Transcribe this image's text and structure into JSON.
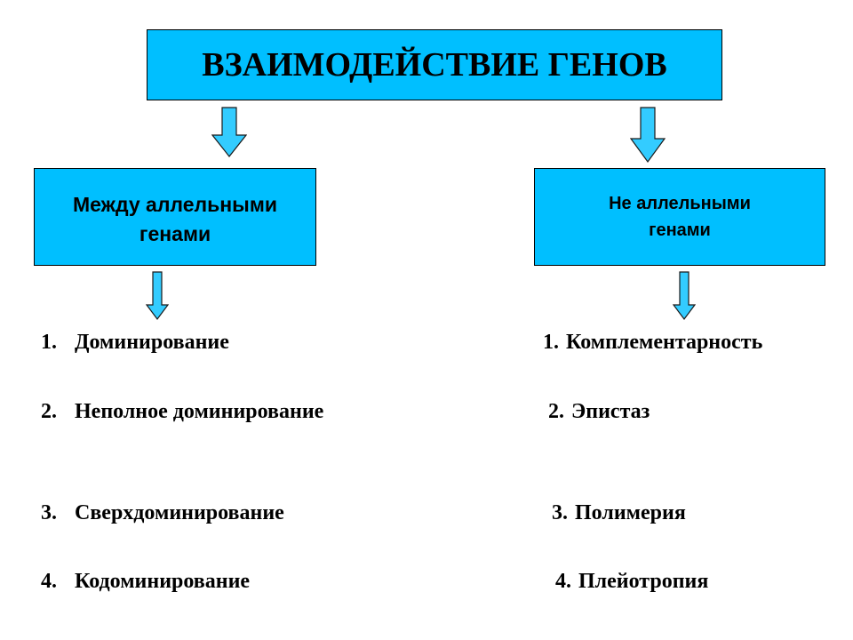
{
  "title": "ВЗАИМОДЕЙСТВИЕ ГЕНОВ",
  "left_branch": {
    "line1": "Между аллельными",
    "line2": "генами",
    "items": [
      {
        "num": "1.",
        "text": "Доминирование"
      },
      {
        "num": "2.",
        "text": "Неполное доминирование"
      },
      {
        "num": "3.",
        "text": "Сверхдоминирование"
      },
      {
        "num": "4.",
        "text": "Кодоминирование"
      }
    ]
  },
  "right_branch": {
    "line1": "Не аллельными",
    "line2": "генами",
    "items": [
      {
        "num": "1.",
        "text": "Комплементарность"
      },
      {
        "num": "2.",
        "text": "Эпистаз"
      },
      {
        "num": "3.",
        "text": "Полимерия"
      },
      {
        "num": "4.",
        "text": "Плейотропия"
      }
    ]
  },
  "colors": {
    "box_fill": "#00bfff",
    "arrow_fill": "#33ccff",
    "border": "#000000"
  }
}
